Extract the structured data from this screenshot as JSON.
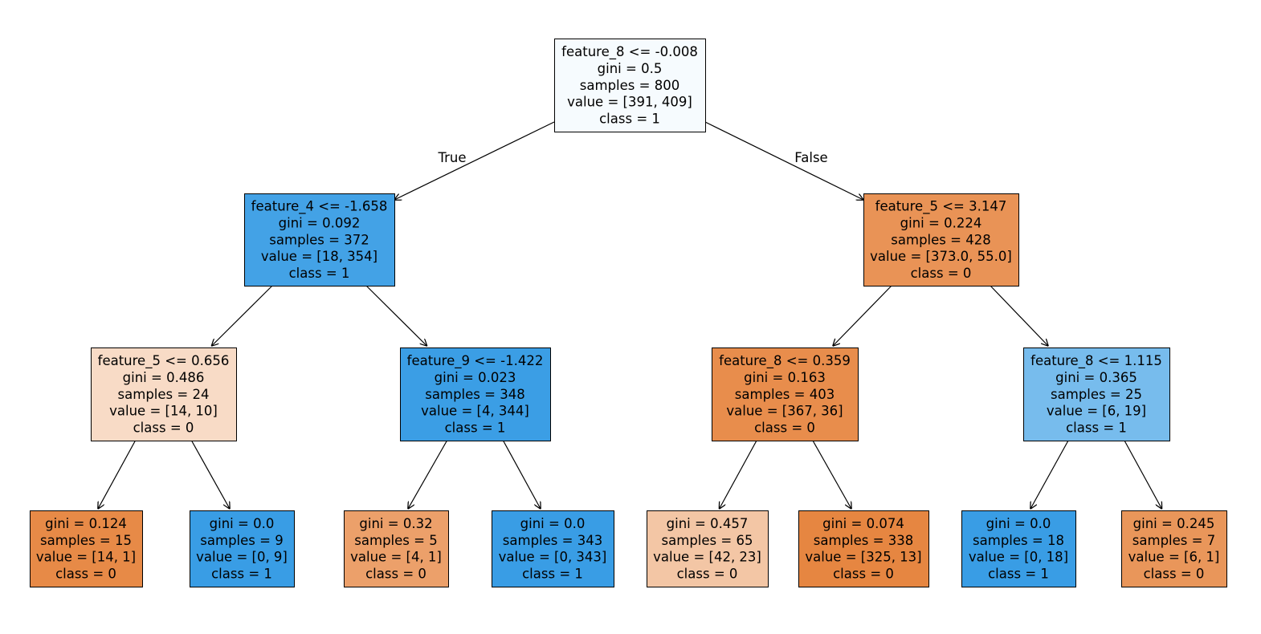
{
  "tree": {
    "root_branch_labels": {
      "left": "True",
      "right": "False"
    },
    "nodes": [
      {
        "id": "n0",
        "lines": [
          "feature_8 <= -0.008",
          "gini = 0.5",
          "samples = 800",
          "value = [391, 409]",
          "class = 1"
        ],
        "color": "#f6fbfe"
      },
      {
        "id": "n1",
        "lines": [
          "feature_4 <= -1.658",
          "gini = 0.092",
          "samples = 372",
          "value = [18, 354]",
          "class = 1"
        ],
        "color": "#43a2e6"
      },
      {
        "id": "n2",
        "lines": [
          "feature_5 <= 3.147",
          "gini = 0.224",
          "samples = 428",
          "value = [373.0, 55.0]",
          "class = 0"
        ],
        "color": "#e99356"
      },
      {
        "id": "n3",
        "lines": [
          "feature_5 <= 0.656",
          "gini = 0.486",
          "samples = 24",
          "value = [14, 10]",
          "class = 0"
        ],
        "color": "#f8dbc6"
      },
      {
        "id": "n4",
        "lines": [
          "feature_9 <= -1.422",
          "gini = 0.023",
          "samples = 348",
          "value = [4, 344]",
          "class = 1"
        ],
        "color": "#3b9ee5"
      },
      {
        "id": "n5",
        "lines": [
          "feature_8 <= 0.359",
          "gini = 0.163",
          "samples = 403",
          "value = [367, 36]",
          "class = 0"
        ],
        "color": "#e88d4c"
      },
      {
        "id": "n6",
        "lines": [
          "feature_8 <= 1.115",
          "gini = 0.365",
          "samples = 25",
          "value = [6, 19]",
          "class = 1"
        ],
        "color": "#77bced"
      },
      {
        "id": "n7",
        "lines": [
          "gini = 0.124",
          "samples = 15",
          "value = [14, 1]",
          "class = 0"
        ],
        "color": "#e78a47"
      },
      {
        "id": "n8",
        "lines": [
          "gini = 0.0",
          "samples = 9",
          "value = [0, 9]",
          "class = 1"
        ],
        "color": "#399de5"
      },
      {
        "id": "n9",
        "lines": [
          "gini = 0.32",
          "samples = 5",
          "value = [4, 1]",
          "class = 0"
        ],
        "color": "#eca06a"
      },
      {
        "id": "n10",
        "lines": [
          "gini = 0.0",
          "samples = 343",
          "value = [0, 343]",
          "class = 1"
        ],
        "color": "#399de5"
      },
      {
        "id": "n11",
        "lines": [
          "gini = 0.457",
          "samples = 65",
          "value = [42, 23]",
          "class = 0"
        ],
        "color": "#f3c6a5"
      },
      {
        "id": "n12",
        "lines": [
          "gini = 0.074",
          "samples = 338",
          "value = [325, 13]",
          "class = 0"
        ],
        "color": "#e68641"
      },
      {
        "id": "n13",
        "lines": [
          "gini = 0.0",
          "samples = 18",
          "value = [0, 18]",
          "class = 1"
        ],
        "color": "#399de5"
      },
      {
        "id": "n14",
        "lines": [
          "gini = 0.245",
          "samples = 7",
          "value = [6, 1]",
          "class = 0"
        ],
        "color": "#e9965a"
      }
    ],
    "edges": [
      {
        "from": "n0",
        "to": "n1"
      },
      {
        "from": "n0",
        "to": "n2"
      },
      {
        "from": "n1",
        "to": "n3"
      },
      {
        "from": "n1",
        "to": "n4"
      },
      {
        "from": "n2",
        "to": "n5"
      },
      {
        "from": "n2",
        "to": "n6"
      },
      {
        "from": "n3",
        "to": "n7"
      },
      {
        "from": "n3",
        "to": "n8"
      },
      {
        "from": "n4",
        "to": "n9"
      },
      {
        "from": "n4",
        "to": "n10"
      },
      {
        "from": "n5",
        "to": "n11"
      },
      {
        "from": "n5",
        "to": "n12"
      },
      {
        "from": "n6",
        "to": "n13"
      },
      {
        "from": "n6",
        "to": "n14"
      }
    ]
  }
}
